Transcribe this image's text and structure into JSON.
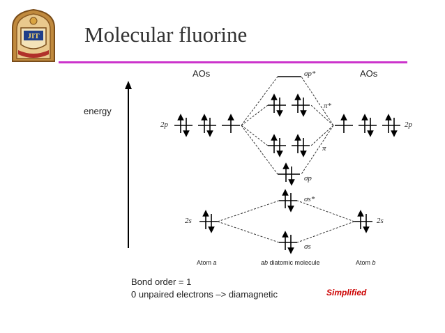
{
  "title": "Molecular fluorine",
  "logo": {
    "text": "JIT",
    "icon": "college-crest-icon"
  },
  "diagram": {
    "aos_left": "AOs",
    "aos_right": "AOs",
    "energy_label": "energy",
    "left_2p": "2p",
    "right_2p": "2p",
    "left_2s": "2s",
    "right_2s": "2s",
    "sigma_p_star": "σp*",
    "pi_star": "π*",
    "pi": "π",
    "sigma_p": "σp",
    "sigma_s_star": "σs*",
    "sigma_s": "σs",
    "atom_a_prefix": "Atom",
    "atom_a_letter": "a",
    "molecule_prefix": "ab",
    "molecule_text": "diatomic molecule",
    "atom_b_prefix": "Atom",
    "atom_b_letter": "b"
  },
  "bond_order": "Bond order = 1",
  "unpaired": "0 unpaired electrons –> diamagnetic",
  "simplified": "Simplified",
  "colors": {
    "accent_rule": "#cc33cc",
    "simplified": "#cc0000",
    "title": "#333333"
  }
}
